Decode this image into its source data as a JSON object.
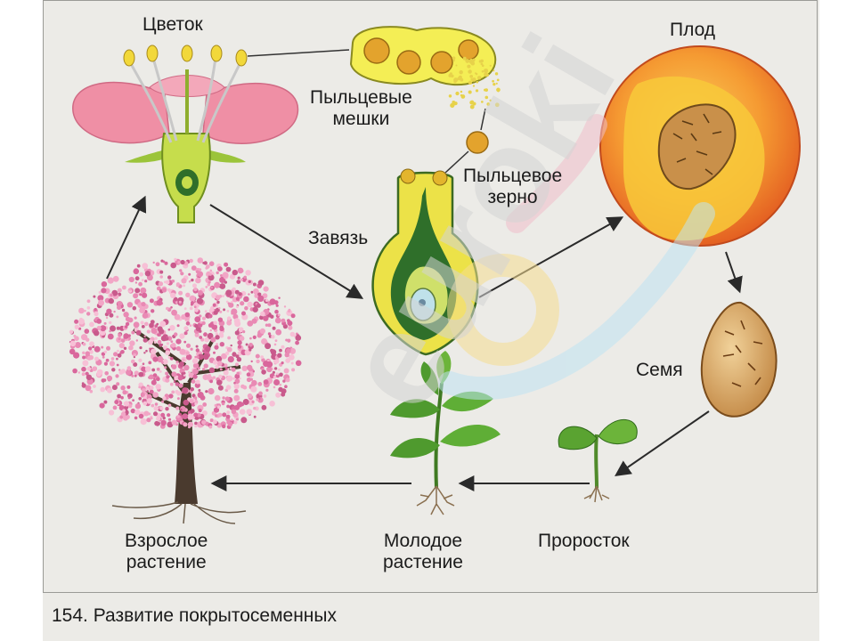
{
  "labels": {
    "flower": "Цветок",
    "pollen_sacs_line1": "Пыльцевые",
    "pollen_sacs_line2": "мешки",
    "pollen_grain_line1": "Пыльцевое",
    "pollen_grain_line2": "зерно",
    "ovary": "Завязь",
    "fruit": "Плод",
    "seed": "Семя",
    "sprout": "Проросток",
    "young_plant_line1": "Молодое",
    "young_plant_line2": "растение",
    "adult_plant_line1": "Взрослое",
    "adult_plant_line2": "растение"
  },
  "caption": "154. Развитие покрытосеменных",
  "colors": {
    "petal": "#ef8fa5",
    "green": "#b8d84a",
    "yellow": "#f2e64a",
    "peach": "#f5a23a",
    "seed": "#d9a65d",
    "leaf": "#4f9a2e",
    "blossom": "#e98ab4"
  },
  "watermark": {
    "text": "euroki",
    "colors": [
      "#d4d4d4",
      "#f0bfca",
      "#f6dd91",
      "#bfe3f2"
    ]
  }
}
